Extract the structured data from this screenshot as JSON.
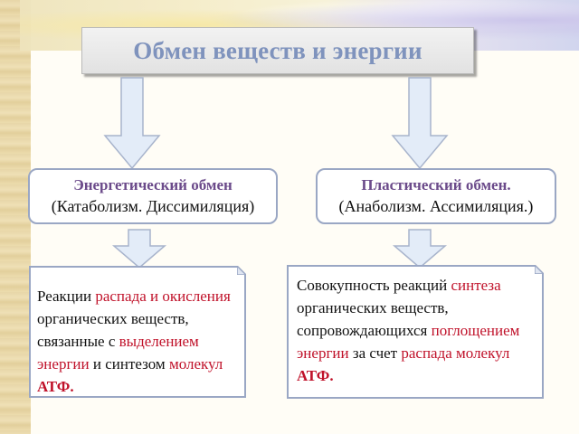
{
  "title": "Обмен веществ и энергии",
  "left_branch": {
    "title": "Энергетический обмен",
    "subtitle": "(Катаболизм. Диссимиляция)",
    "description": [
      {
        "text": "Реакции ",
        "style": "normal"
      },
      {
        "text": "распада и окисления",
        "style": "highlight"
      },
      {
        "text": " органических веществ, связанные с ",
        "style": "normal"
      },
      {
        "text": "выделением энергии",
        "style": "highlight"
      },
      {
        "text": " и синтезом ",
        "style": "normal"
      },
      {
        "text": "молекул ",
        "style": "highlight"
      },
      {
        "text": "АТФ.",
        "style": "highlight-bold"
      }
    ]
  },
  "right_branch": {
    "title": "Пластический обмен.",
    "subtitle": "(Анаболизм. Ассимиляция.)",
    "description": [
      {
        "text": "Совокупность реакций ",
        "style": "normal"
      },
      {
        "text": "синтеза",
        "style": "highlight"
      },
      {
        "text": " органических веществ, сопровождающихся ",
        "style": "normal"
      },
      {
        "text": "поглощением энергии",
        "style": "highlight"
      },
      {
        "text": " за счет ",
        "style": "normal"
      },
      {
        "text": "распада молекул ",
        "style": "highlight"
      },
      {
        "text": "АТФ.",
        "style": "highlight-bold"
      }
    ]
  },
  "colors": {
    "title_text": "#7f93bd",
    "branch_title": "#6b4a8a",
    "highlight": "#c0122a",
    "box_border": "#9aa7c4",
    "arrow_fill": "#e3ecf8",
    "arrow_stroke": "#a8b4cc"
  }
}
